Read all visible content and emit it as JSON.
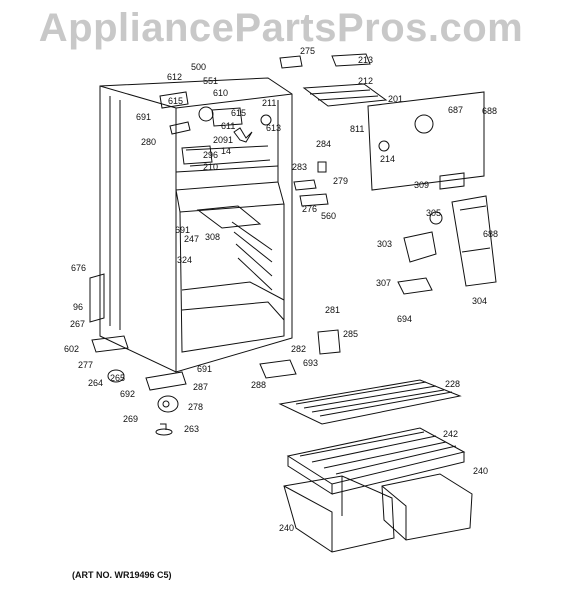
{
  "watermark": "AppliancePartsPros.com",
  "art_number": "(ART NO. WR19496 C5)",
  "part_labels": [
    "500",
    "275",
    "213",
    "612",
    "551",
    "212",
    "615",
    "610",
    "201",
    "691",
    "211",
    "687",
    "688",
    "615",
    "811",
    "613",
    "611",
    "2091",
    "284",
    "280",
    "296",
    "14",
    "214",
    "210",
    "283",
    "279",
    "309",
    "276",
    "560",
    "305",
    "308",
    "691",
    "247",
    "688",
    "324",
    "303",
    "676",
    "96",
    "307",
    "304",
    "281",
    "267",
    "694",
    "285",
    "602",
    "282",
    "277",
    "691",
    "693",
    "264",
    "265",
    "228",
    "287",
    "288",
    "692",
    "278",
    "269",
    "263",
    "242",
    "240",
    "240"
  ]
}
